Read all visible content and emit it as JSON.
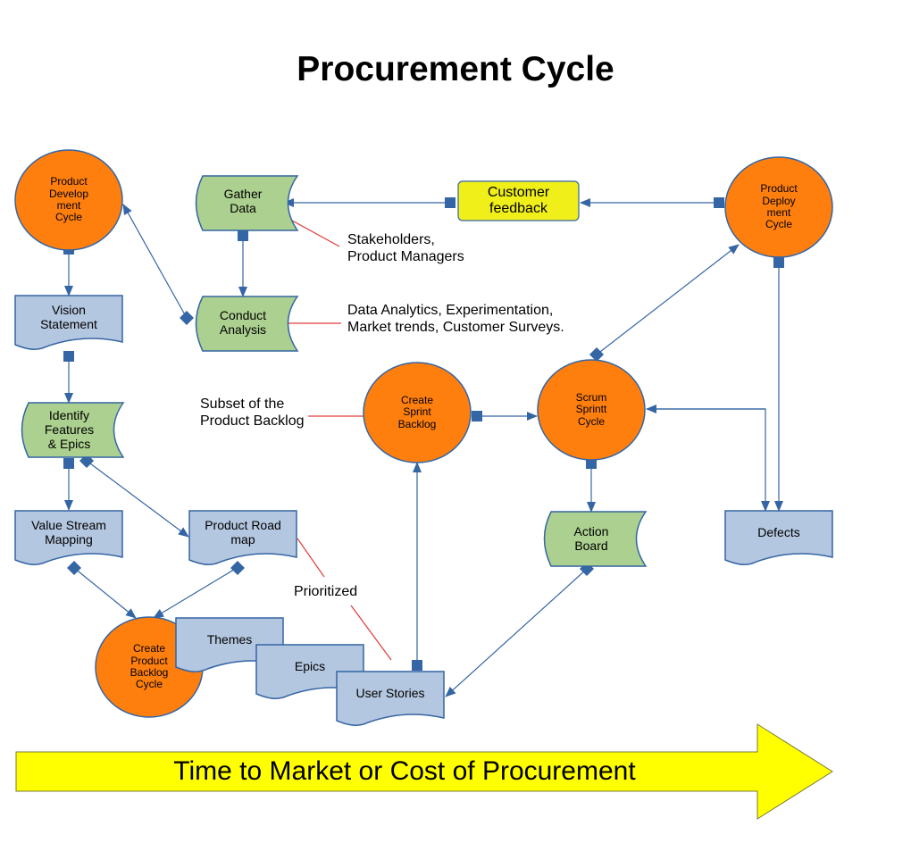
{
  "title": "Procurement Cycle",
  "nodes": {
    "product_development_cycle": "Product\nDevelop\nment\nCycle",
    "gather_data": "Gather\nData",
    "customer_feedback": "Customer\nfeedback",
    "product_deployment_cycle": "Product\nDeploy\nment\nCycle",
    "vision_statement": "Vision\nStatement",
    "conduct_analysis": "Conduct\nAnalysis",
    "identify_features_epics": "Identify\nFeatures\n& Epics",
    "create_sprint_backlog": "Create\nSprint\nBacklog",
    "scrum_sprint_cycle": "Scrum\nSprintt\nCycle",
    "value_stream_mapping": "Value Stream\nMapping",
    "product_road_map": "Product Road\nmap",
    "action_board": "Action\nBoard",
    "defects": "Defects",
    "create_product_backlog_cycle": "Create\nProduct\nBacklog\nCycle",
    "themes": "Themes",
    "epics": "Epics",
    "user_stories": "User Stories"
  },
  "notes": {
    "stakeholders": "Stakeholders,\nProduct Managers",
    "data_analytics": "Data Analytics, Experimentation,\nMarket trends, Customer Surveys.",
    "subset": "Subset of the\nProduct Backlog",
    "prioritized": "Prioritized"
  },
  "timeline": "Time to Market or Cost of Procurement",
  "colors": {
    "orange": "#ff7f0e",
    "green": "#acd08f",
    "blue": "#b4c7e0",
    "yellow": "#f0ef1a",
    "timeline_yellow": "#ffff00",
    "stroke": "#3465a4",
    "red_line": "#e33a3a"
  }
}
